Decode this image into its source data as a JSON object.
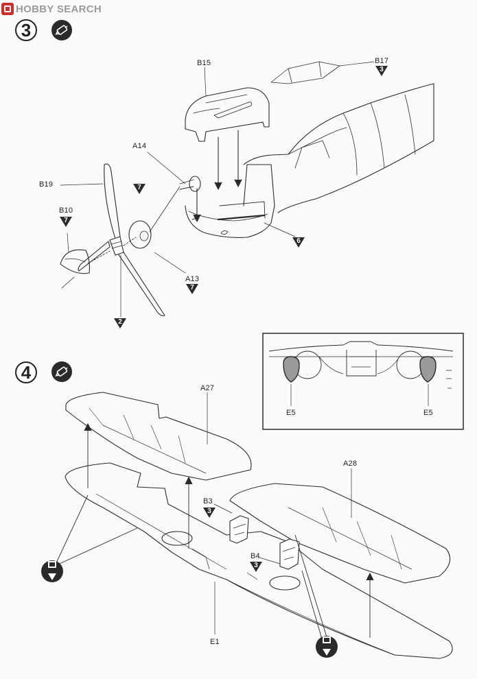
{
  "logo": {
    "brand": "HOBBY SEARCH"
  },
  "steps": [
    {
      "number": "3"
    },
    {
      "number": "4"
    }
  ],
  "step3": {
    "labels": {
      "b15": "B15",
      "b17": "B17",
      "a14": "A14",
      "b19": "B19",
      "b10": "B10",
      "a13": "A13"
    },
    "color_refs": {
      "b17": "3",
      "b19": "7",
      "b10": "7",
      "a13": "7",
      "propeller": "2",
      "cowl": "6"
    }
  },
  "step4": {
    "labels": {
      "a27": "A27",
      "a28": "A28",
      "b3": "B3",
      "b4": "B4",
      "e1": "E1",
      "e5_left": "E5",
      "e5_right": "E5"
    },
    "color_refs": {
      "b3": "3",
      "b4": "3"
    }
  },
  "colors": {
    "line": "#2a2a2a",
    "paper": "#fafafa",
    "shade": "#9a9a9a",
    "brand_red": "#c9302c"
  }
}
